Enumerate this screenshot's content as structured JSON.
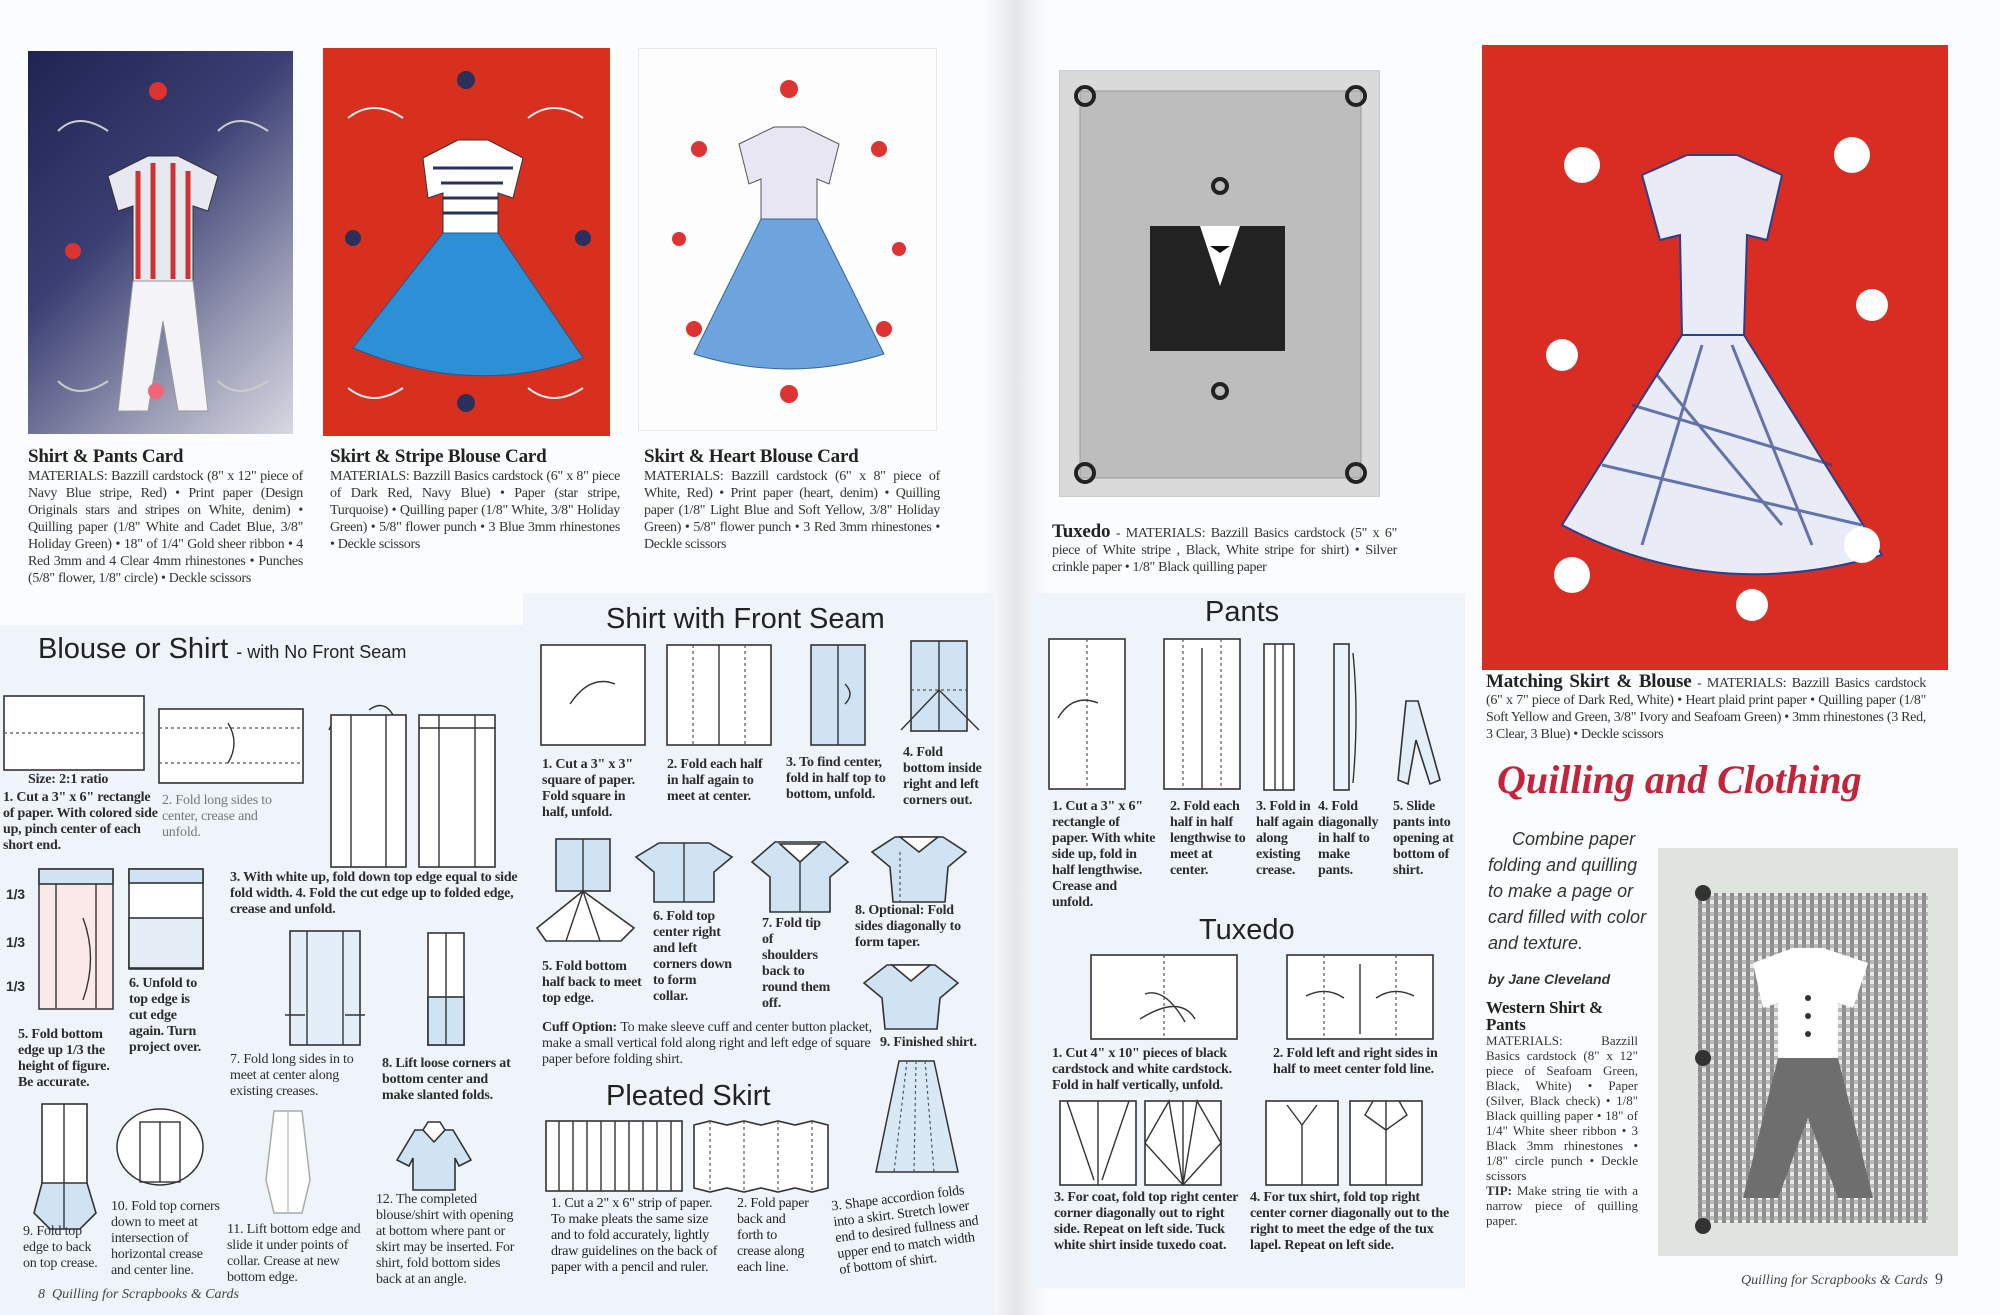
{
  "cards": [
    {
      "title": "Shirt & Pants Card",
      "materials": "MATERIALS: Bazzill cardstock (8\" x 12\" piece of Navy Blue stripe, Red) • Print paper (Design Originals stars and stripes on White, denim) • Quilling paper (1/8\" White and Cadet Blue, 3/8\" Holiday Green) • 18\" of 1/4\" Gold sheer ribbon • 4 Red 3mm and 4 Clear 4mm rhinestones • Punches (5/8\" flower, 1/8\" circle) • Deckle scissors"
    },
    {
      "title": "Skirt & Stripe Blouse Card",
      "materials": "MATERIALS: Bazzill Basics cardstock (6\" x 8\" piece of Dark Red, Navy Blue) • Paper (star stripe, Turquoise) • Quilling paper (1/8\" White, 3/8\" Holiday Green) • 5/8\" flower punch • 3 Blue 3mm rhinestones • Deckle scissors"
    },
    {
      "title": "Skirt & Heart Blouse Card",
      "materials": "MATERIALS: Bazzill cardstock (6\" x 8\" piece of White, Red) • Print paper (heart, denim) • Quilling paper (1/8\" Light Blue and Soft Yellow, 3/8\" Holiday Green) • 5/8\" flower punch • 3 Red 3mm rhinestones • Deckle scissors"
    },
    {
      "title": "Tuxedo",
      "materials": "- MATERIALS: Bazzill Basics cardstock (5\" x 6\" piece of White stripe , Black, White stripe for shirt) • Silver crinkle paper • 1/8\" Black quilling paper"
    },
    {
      "title": "Matching Skirt & Blouse",
      "materials": "- MATERIALS: Bazzill Basics cardstock (6\" x 7\" piece of Dark Red, White) • Heart plaid print paper • Quilling paper (1/8\" Soft Yellow and Green, 3/8\" Ivory and Seafoam Green) • 3mm rhinestones (3 Red, 3 Clear, 3 Blue) • Deckle scissors"
    }
  ],
  "blouse": {
    "title": "Blouse or Shirt",
    "subtitle": "- with No Front Seam",
    "size_note": "Size: 2:1 ratio",
    "thirds": [
      "1/3",
      "1/3",
      "1/3"
    ],
    "steps": [
      "1. Cut a 3\" x 6\" rectangle of paper. With colored side up, pinch center of each short end.",
      "2. Fold long sides to center, crease and unfold.",
      "3. With white up, fold down top edge equal to side fold width.  4. Fold the cut edge up to folded edge, crease and unfold.",
      "5. Fold bottom edge up 1/3 the height of figure. Be accurate.",
      "6. Unfold to top edge is cut edge again. Turn project over.",
      "7. Fold long sides in to meet at center along existing creases.",
      "8. Lift loose corners at bottom center and make slanted folds.",
      "9. Fold top edge to back on top crease.",
      "10. Fold top corners down to meet at intersection of horizontal crease and center line.",
      "11. Lift bottom edge and slide it under points of collar. Crease at new bottom edge.",
      "12. The completed blouse/shirt with opening at bottom where pant or skirt may be inserted. For shirt, fold bottom sides back at an angle."
    ]
  },
  "front_seam": {
    "title": "Shirt with Front Seam",
    "steps": [
      "1. Cut a 3\" x 3\" square of paper. Fold square in half, unfold.",
      "2. Fold each half in half again to meet at center.",
      "3. To find center, fold in half top to bottom, unfold.",
      "4. Fold bottom inside right and left corners out.",
      "5. Fold bottom half back to meet top edge.",
      "6. Fold top center right and left corners down to form collar.",
      "7. Fold tip of shoulders back to round them off.",
      "8. Optional: Fold sides diagonally to form taper.",
      "9. Finished shirt."
    ],
    "cuff_label": "Cuff Option:",
    "cuff_text": "To make sleeve cuff and center button placket, make a small vertical fold along right and left edge of square paper before folding shirt."
  },
  "pleated": {
    "title": "Pleated Skirt",
    "steps": [
      "1. Cut a 2\" x 6\" strip of paper. To make pleats the same size and to fold accurately, lightly draw guidelines on the back of paper with a pencil and ruler.",
      "2. Fold paper back and forth to crease along each line.",
      "3. Shape accordion folds into a skirt. Stretch lower end to desired fullness and upper end to match width of bottom of shirt."
    ]
  },
  "pants": {
    "title": "Pants",
    "steps": [
      "1. Cut a 3\" x 6\" rectangle of paper. With white side up, fold in half lengthwise. Crease and unfold.",
      "2. Fold each half in half lengthwise to meet at center.",
      "3. Fold in half again along existing crease.",
      "4. Fold diagonally in half to make pants.",
      "5. Slide pants into opening at bottom of shirt."
    ]
  },
  "tuxedo": {
    "title": "Tuxedo",
    "steps": [
      "1. Cut 4\" x 10\" pieces of black cardstock and white cardstock. Fold in half vertically, unfold.",
      "2. Fold left and right sides in half to meet center fold line.",
      "3. For coat, fold top right center corner diagonally out to right side. Repeat on left side. Tuck white shirt inside tuxedo coat.",
      "4. For tux shirt, fold top right center corner diagonally out to the right to meet the edge of the tux lapel. Repeat on left side."
    ]
  },
  "article": {
    "title": "Quilling and Clothing",
    "intro": "Combine paper folding and quilling to make a page or card filled with color and texture.",
    "byline": "by Jane Cleveland",
    "western_title": "Western Shirt & Pants",
    "western_materials": "MATERIALS: Bazzill Basics cardstock (8\" x 12\" piece of Seafoam Green, Black, White) • Paper (Silver, Black check) • 1/8\" Black quilling paper • 18\" of 1/4\" White sheer ribbon • 3 Black 3mm rhinestones • 1/8\" circle punch • Deckle scissors",
    "tip_label": "TIP:",
    "tip_text": "Make string tie with a narrow piece of quilling paper."
  },
  "footer": {
    "left_page": "8",
    "left_title": "Quilling for Scrapbooks & Cards",
    "right_title": "Quilling for Scrapbooks & Cards",
    "right_page": "9"
  },
  "colors": {
    "card_red": "#d8301f",
    "navy": "#2b2f5c",
    "accent_title": "#c4243a",
    "panel_blue": "#eef4fa",
    "fold_blue": "#cfe3f3"
  }
}
